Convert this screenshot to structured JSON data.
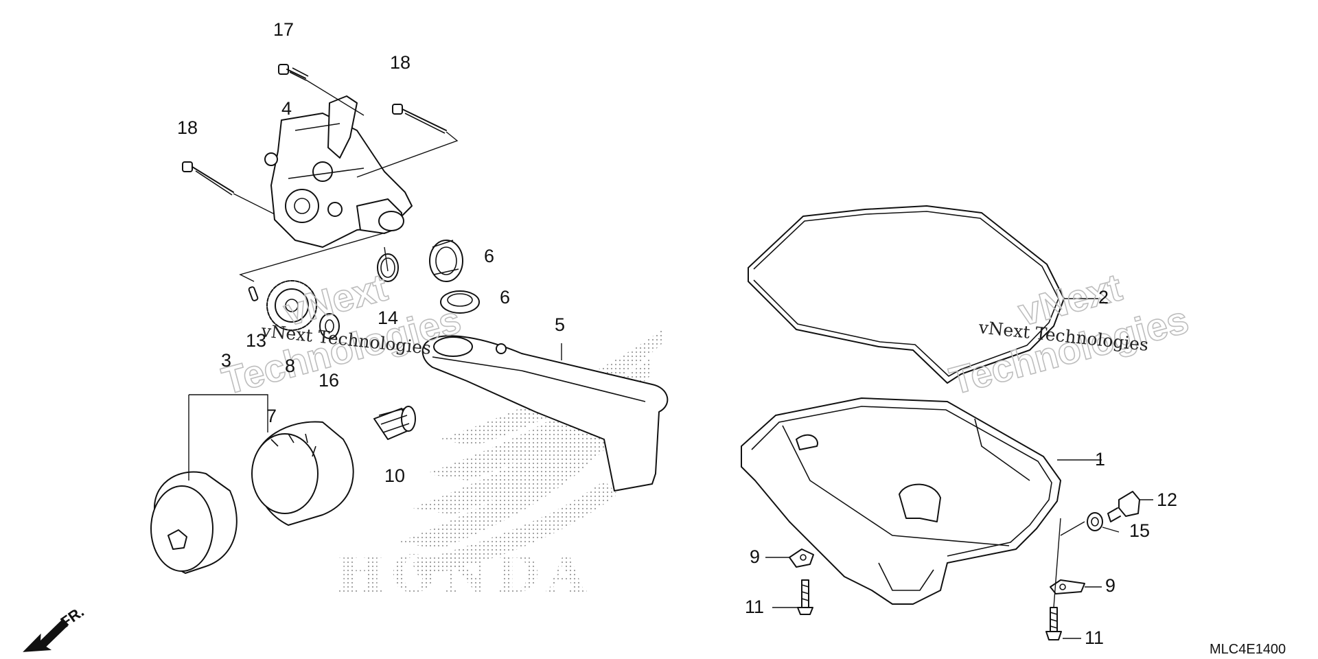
{
  "diagram": {
    "callouts": {
      "c1": "1",
      "c2": "2",
      "c3": "3",
      "c4": "4",
      "c5": "5",
      "c6a": "6",
      "c6b": "6",
      "c7": "7",
      "c8": "8",
      "c9a": "9",
      "c9b": "9",
      "c10": "10",
      "c11a": "11",
      "c11b": "11",
      "c12": "12",
      "c13": "13",
      "c14": "14",
      "c15": "15",
      "c16": "16",
      "c17": "17",
      "c18a": "18",
      "c18b": "18"
    },
    "watermarks": [
      {
        "line1": "vNext",
        "line2": "Technologies",
        "plain": "vNext Technologies"
      },
      {
        "line1": "vNext",
        "line2": "Technologies",
        "plain": "vNext Technologies"
      }
    ],
    "brand_mark": "HONDA",
    "direction_label": "FR.",
    "diagram_code": "MLC4E1400"
  },
  "colors": {
    "line": "#111111",
    "watermark": "#bdbdbd",
    "dots": "#999999"
  }
}
